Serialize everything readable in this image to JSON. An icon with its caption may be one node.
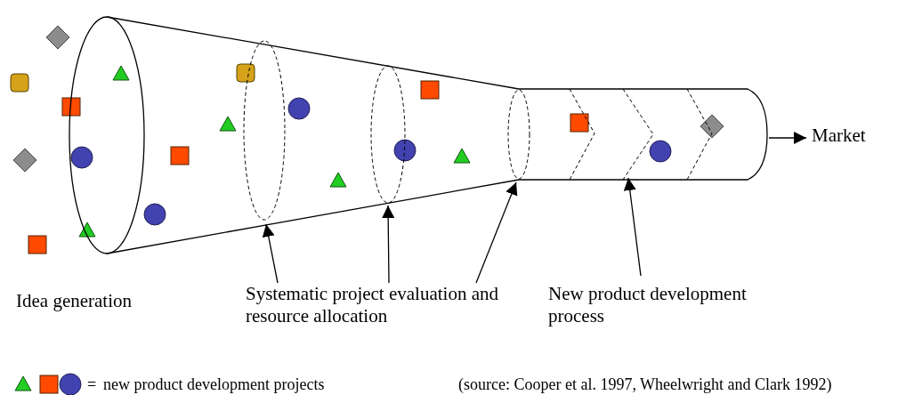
{
  "diagram": {
    "caption": "(source: Cooper et al. 1997, Wheelwright and Clark 1992)",
    "nodes": [
      {
        "text": [],
        "shape": "funnel"
      },
      {
        "text": [],
        "shape": "ellipse",
        "in": 0
      },
      {
        "text": [],
        "shape": "ellipse",
        "in": 0
      },
      {
        "text": [],
        "shape": "ellipse",
        "in": 0
      },
      {
        "text": [],
        "shape": "chevron",
        "in": 0
      },
      {
        "text": [
          "Systematic project evaluation and resource allocation"
        ]
      },
      {
        "text": [
          "New product development process"
        ]
      },
      {
        "text": [
          "Market"
        ]
      }
    ],
    "edges": [
      {
        "from": 5,
        "to": 1,
        "arrow": "to"
      },
      {
        "from": 5,
        "to": 2,
        "arrow": "to"
      },
      {
        "from": 5,
        "to": 3,
        "arrow": "to"
      },
      {
        "from": 6,
        "to": 4,
        "arrow": "to"
      },
      {
        "from": 0,
        "to": 7,
        "arrow": "to"
      }
    ],
    "labels": [
      "Idea generation",
      "="
    ],
    "legend": [
      {
        "text": "new product development projects"
      }
    ]
  }
}
